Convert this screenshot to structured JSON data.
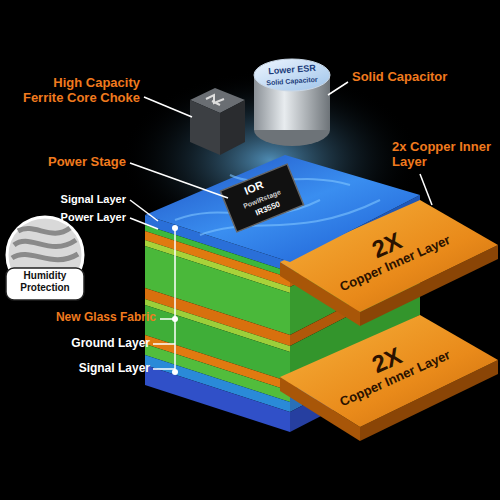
{
  "diagram": {
    "nodes": [
      {
        "text": [
          "2X",
          "Copper Inner Layer"
        ]
      },
      {
        "text": [
          "2X",
          "Copper Inner Layer"
        ]
      }
    ],
    "labels": [
      "High Capacity Ferrite Core Choke",
      "Solid Capacitor",
      "2x Copper Inner Layer",
      "Power Stage",
      "Signal Layer",
      "Power Layer",
      "Humidity Protection",
      "New Glass Fabric",
      "Ground Layer",
      "Signal Layer",
      "IOR",
      "PowIRstage",
      "IR3550",
      "Lower ESR",
      "Solid Capacitor"
    ]
  }
}
